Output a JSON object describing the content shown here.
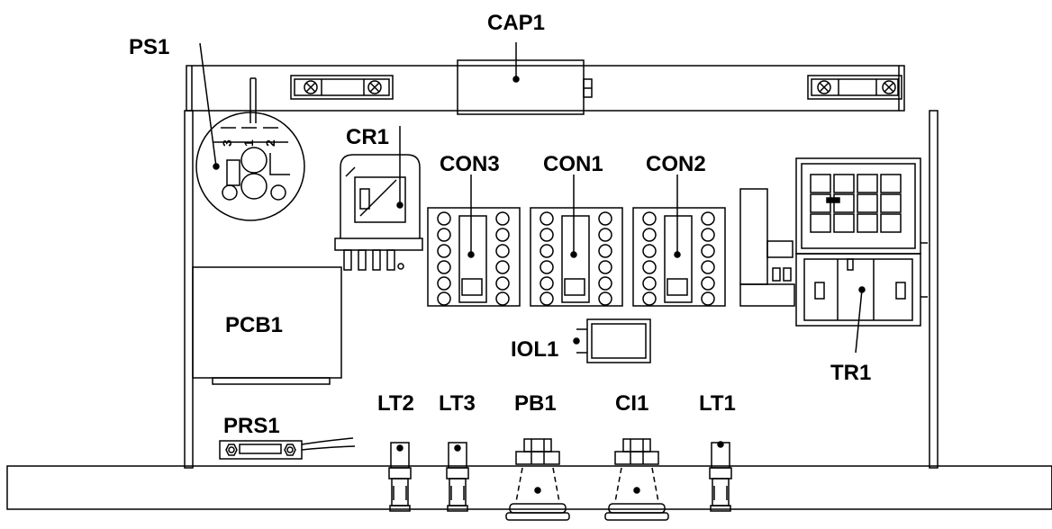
{
  "labels": {
    "cap1": "CAP1",
    "ps1": "PS1",
    "cr1": "CR1",
    "con3": "CON3",
    "con1": "CON1",
    "con2": "CON2",
    "pcb1": "PCB1",
    "iol1": "IOL1",
    "tr1": "TR1",
    "prs1": "PRS1",
    "lt2": "LT2",
    "lt3": "LT3",
    "pb1": "PB1",
    "ci1": "CI1",
    "lt1": "LT1"
  },
  "ps1_terminals": [
    "3",
    "1",
    "2"
  ],
  "colors": {
    "line": "#000000",
    "background": "#ffffff"
  }
}
